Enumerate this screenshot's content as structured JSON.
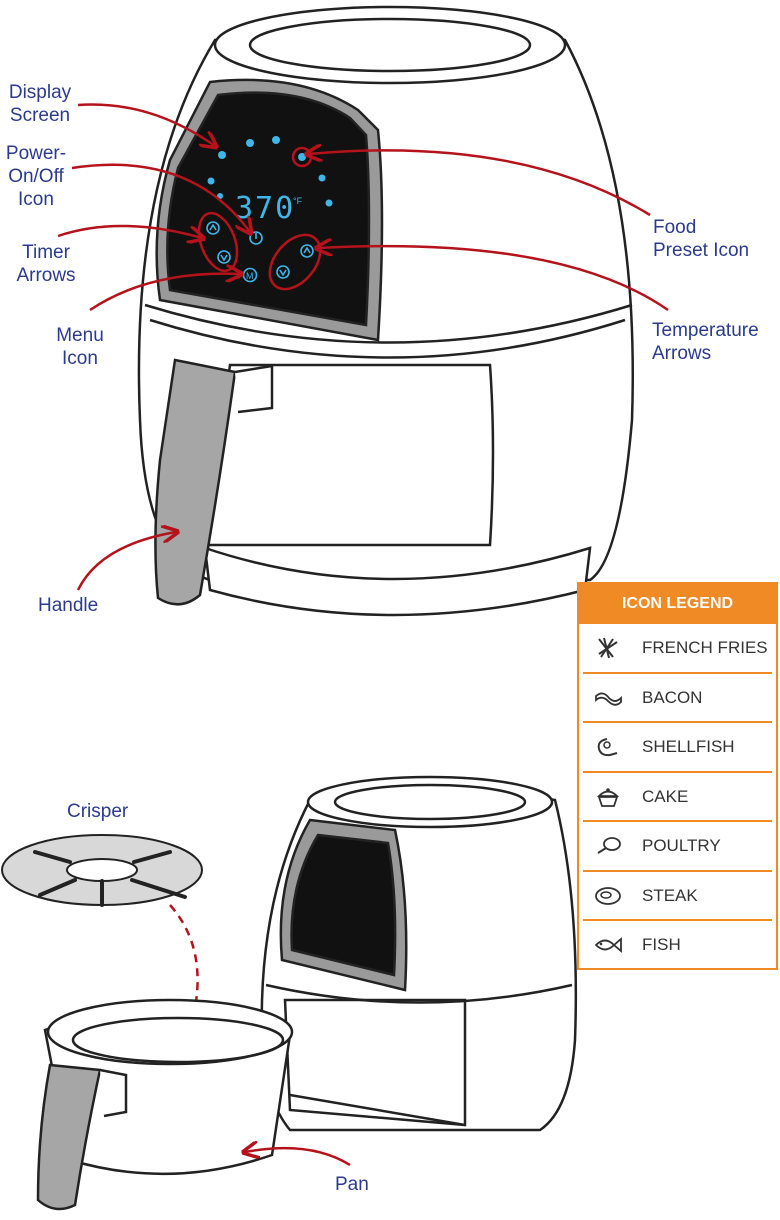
{
  "display": {
    "temperature": "370",
    "unit": "°F",
    "menu_letter": "M"
  },
  "callouts": {
    "display_screen": "Display\nScreen",
    "power": "Power-\nOn/Off\nIcon",
    "timer": "Timer\nArrows",
    "menu": "Menu\nIcon",
    "food_preset": "Food\nPreset Icon",
    "temperature": "Temperature\nArrows",
    "handle": "Handle",
    "crisper": "Crisper",
    "pan": "Pan"
  },
  "legend": {
    "title": "ICON LEGEND",
    "items": [
      {
        "label": "FRENCH FRIES",
        "icon": "french-fries-icon"
      },
      {
        "label": "BACON",
        "icon": "bacon-icon"
      },
      {
        "label": "SHELLFISH",
        "icon": "shellfish-icon"
      },
      {
        "label": "CAKE",
        "icon": "cake-icon"
      },
      {
        "label": "POULTRY",
        "icon": "poultry-icon"
      },
      {
        "label": "STEAK",
        "icon": "steak-icon"
      },
      {
        "label": "FISH",
        "icon": "fish-icon"
      }
    ]
  },
  "colors": {
    "callout_text": "#2b3a8f",
    "arrow": "#b5121b",
    "legend_orange": "#f08a24",
    "display_blue": "#3fb6e8",
    "handle_gray": "#a6a6a6"
  }
}
